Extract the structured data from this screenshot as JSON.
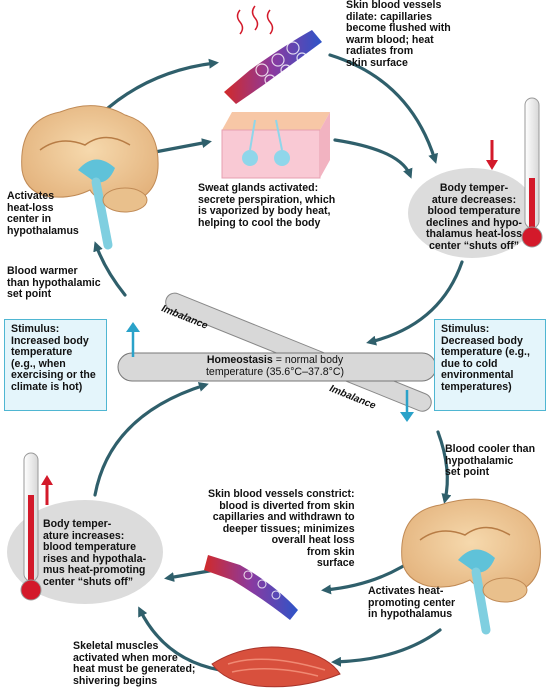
{
  "labels": {
    "skin_dilate": "Skin blood vessels\ndilate: capillaries\nbecome flushed with\nwarm blood; heat\nradiates from\nskin surface",
    "activates_heat_loss": "Activates\nheat-loss\ncenter in\nhypothalamus",
    "sweat": "Sweat glands activated:\nsecrete perspiration, which\nis vaporized by body heat,\nhelping to cool the body",
    "temp_decreases": "Body temper-\nature decreases:\nblood temperature\ndeclines and hypo-\nthalamus heat-loss\ncenter “shuts off”",
    "blood_warmer": "Blood warmer\nthan hypothalamic\nset point",
    "blood_cooler": "Blood cooler than\nhypothalamic\nset point",
    "temp_increases": "Body temper-\nature increases:\nblood temperature\nrises and hypothala-\nmus heat-promoting\ncenter “shuts off”",
    "skin_constrict": "Skin blood vessels constrict:\nblood is diverted from skin\ncapillaries and withdrawn to\ndeeper tissues; minimizes\noverall heat loss\nfrom skin\nsurface",
    "activates_heat_promoting": "Activates heat-\npromoting center\nin hypothalamus",
    "skeletal": "Skeletal muscles\nactivated when more\nheat must be generated;\nshivering begins"
  },
  "stimulus_left": "Stimulus:\nIncreased body\ntemperature\n(e.g., when\nexercising or the\nclimate is hot)",
  "stimulus_right": "Stimulus:\nDecreased body\ntemperature (e.g.,\ndue to cold\nenvironmental\ntemperatures)",
  "imbalance": "Imbalance",
  "homeostasis": {
    "term": "Homeostasis",
    "rest": " = normal body",
    "line2": "temperature (35.6°C–37.8°C)"
  },
  "colors": {
    "arrow": "#2f5f6b",
    "cyan_arrow": "#2aa2c9",
    "red_arrow": "#d3192a",
    "stimulus_border": "#4fb6d2",
    "stimulus_fill": "#e4f5fb",
    "ellipse_fill": "#dcdcdc",
    "bar_fill": "#d8d8d8"
  },
  "icons": [
    "brain-icon",
    "blood-vessel-dilated-icon",
    "sweat-gland-icon",
    "thermometer-icon",
    "blood-vessel-constricted-icon",
    "muscle-icon"
  ]
}
